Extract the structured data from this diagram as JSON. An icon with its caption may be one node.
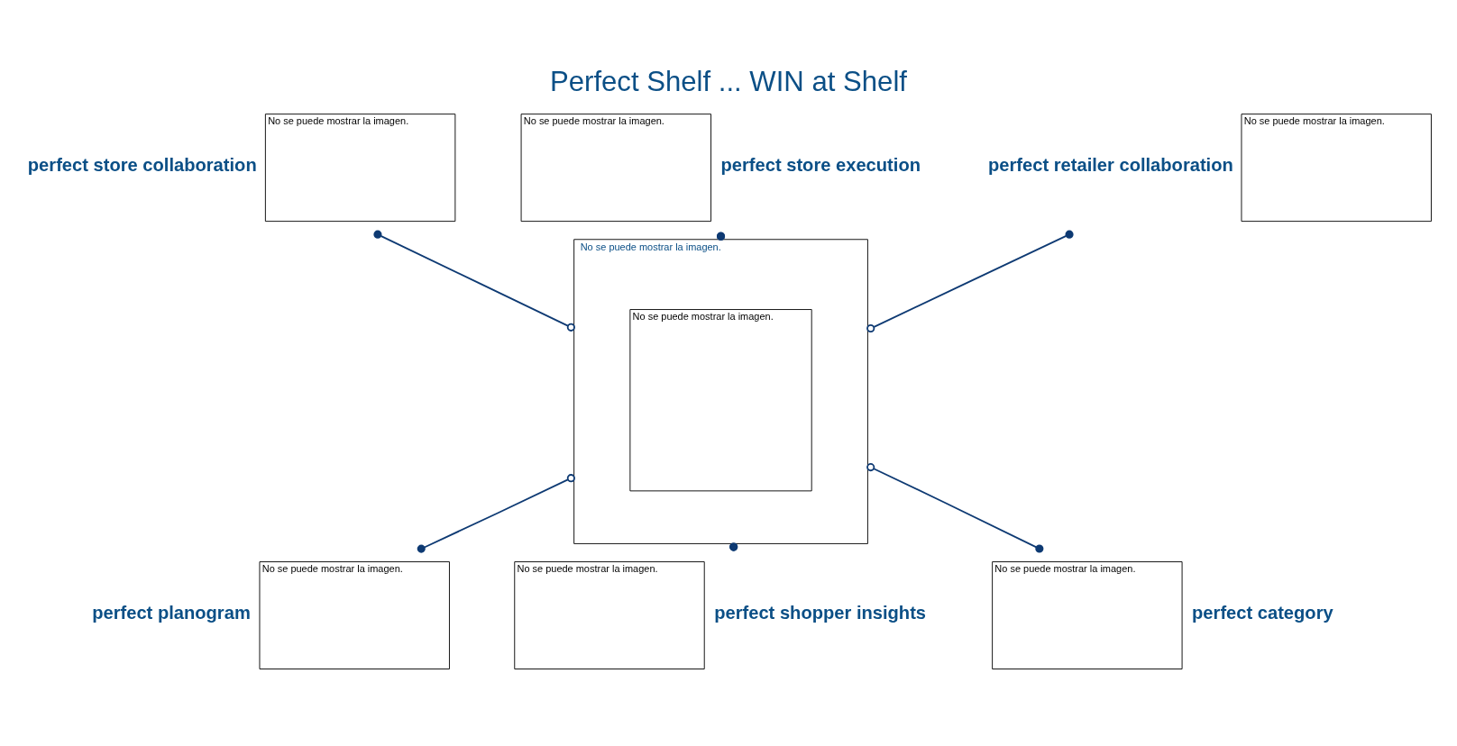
{
  "diagram": {
    "title": "Perfect Shelf ... WIN at Shelf",
    "nodes": [
      {
        "text": [
          "No se puede mostrar la imagen."
        ]
      },
      {
        "text": [
          "No se puede mostrar la imagen."
        ],
        "in": 0
      },
      {
        "text": [
          "No se puede mostrar la imagen."
        ],
        "beside": [
          "perfect store collaboration"
        ]
      },
      {
        "text": [
          "No se puede mostrar la imagen."
        ],
        "beside": [
          "perfect store execution"
        ]
      },
      {
        "text": [
          "No se puede mostrar la imagen."
        ],
        "beside": [
          "perfect retailer collaboration"
        ]
      },
      {
        "text": [
          "No se puede mostrar la imagen."
        ],
        "beside": [
          "perfect planogram"
        ]
      },
      {
        "text": [
          "No se puede mostrar la imagen."
        ],
        "beside": [
          "perfect shopper insights"
        ]
      },
      {
        "text": [
          "No se puede mostrar la imagen."
        ],
        "beside": [
          "perfect category"
        ]
      }
    ],
    "edges": [
      {
        "from": 2,
        "to": 0,
        "arrow": "other",
        "color": "#0e3a73"
      },
      {
        "from": 3,
        "to": 0,
        "arrow": "other",
        "color": "#0e3a73"
      },
      {
        "from": 4,
        "to": 0,
        "arrow": "other",
        "color": "#0e3a73"
      },
      {
        "from": 5,
        "to": 0,
        "arrow": "other",
        "color": "#0e3a73"
      },
      {
        "from": 6,
        "to": 0,
        "arrow": "other",
        "color": "#0e3a73"
      },
      {
        "from": 7,
        "to": 0,
        "arrow": "other",
        "color": "#0e3a73"
      }
    ]
  }
}
